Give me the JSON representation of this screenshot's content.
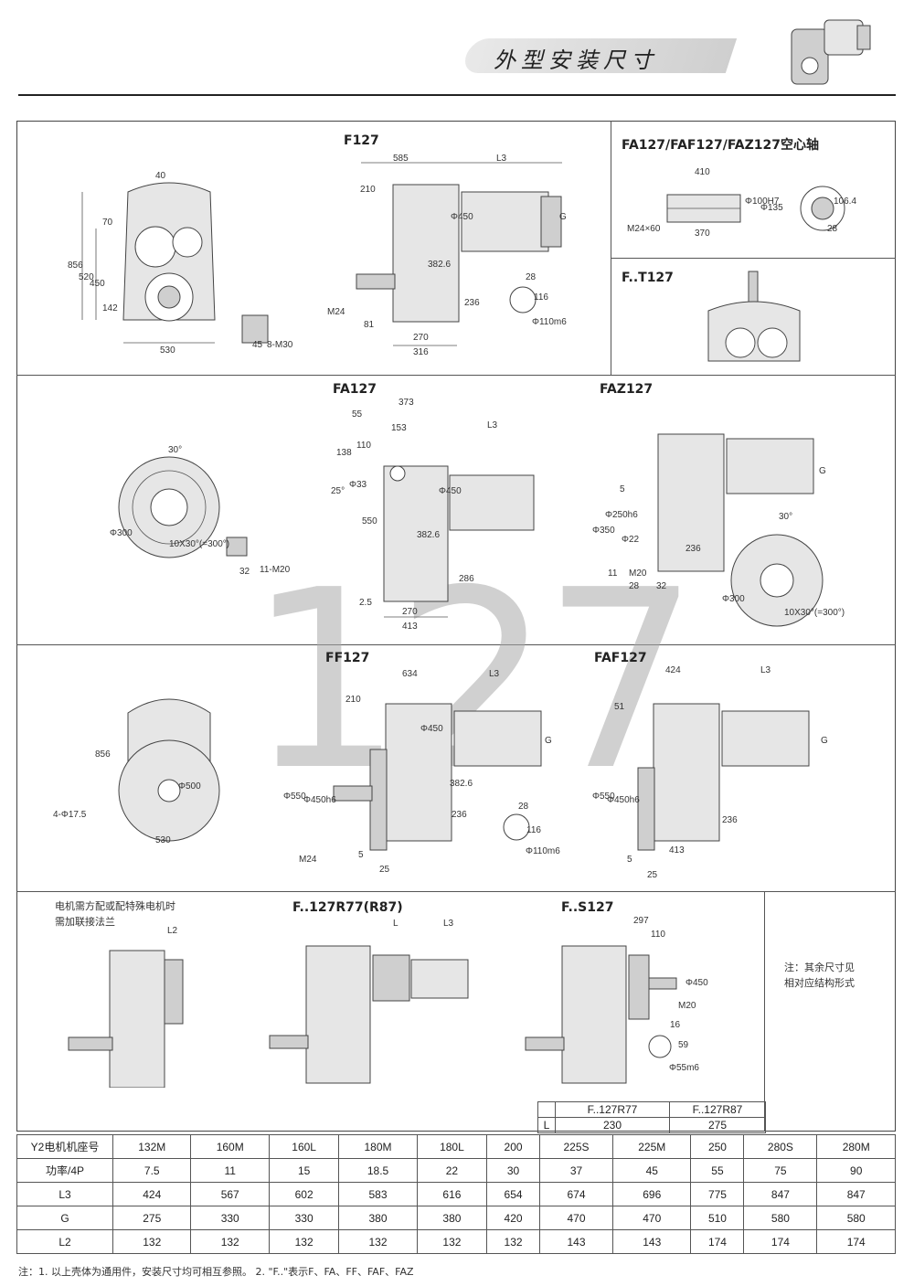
{
  "header": {
    "title": "外型安装尺寸"
  },
  "watermark": "127",
  "labels": {
    "f127": "F127",
    "fa127_hollow": "FA127/FAF127/FAZ127空心轴",
    "ft127": "F..T127",
    "fa127": "FA127",
    "faz127": "FAZ127",
    "ff127": "FF127",
    "faf127": "FAF127",
    "fr127": "F..127R77(R87)",
    "fs127": "F..S127"
  },
  "dims": {
    "f127_front": [
      "40",
      "70",
      "856",
      "520",
      "450",
      "142",
      "530"
    ],
    "f127_side": [
      "585",
      "L3",
      "210",
      "Φ450",
      "G",
      "382.6",
      "236",
      "M24",
      "81",
      "270",
      "316",
      "28",
      "116",
      "Φ110m6"
    ],
    "small_detail": [
      "45",
      "8-M30"
    ],
    "hollow": [
      "410",
      "Φ100H7",
      "Φ135",
      "M24×60",
      "370",
      "106.4",
      "28"
    ],
    "fa127": [
      "373",
      "55",
      "153",
      "L3",
      "110",
      "138",
      "25°",
      "Φ33",
      "Φ450",
      "550",
      "382.6",
      "286",
      "2.5",
      "270",
      "413"
    ],
    "fa127_flange": [
      "30°",
      "Φ300",
      "10X30°(=300°)",
      "32",
      "11-M20"
    ],
    "faz127": [
      "G",
      "5",
      "Φ350",
      "Φ250h6",
      "Φ22",
      "236",
      "11",
      "M20",
      "28",
      "32",
      "30°",
      "Φ300",
      "10X30°(=300°)"
    ],
    "ff127_front": [
      "856",
      "Φ500",
      "4-Φ17.5",
      "530"
    ],
    "ff127": [
      "634",
      "L3",
      "210",
      "Φ450",
      "G",
      "Φ550",
      "Φ450h6",
      "382.6",
      "236",
      "M24",
      "5",
      "25",
      "28",
      "116",
      "Φ110m6"
    ],
    "faf127": [
      "424",
      "L3",
      "51",
      "G",
      "Φ550",
      "Φ450h6",
      "236",
      "413",
      "5",
      "25"
    ],
    "adapter": [
      "L2"
    ],
    "fr127": [
      "L",
      "L3"
    ],
    "fs127": [
      "297",
      "110",
      "Φ450",
      "M20",
      "16",
      "59",
      "Φ55m6"
    ]
  },
  "notes": {
    "motor_left_1": "电机需方配或配特殊电机时",
    "motor_left_2": "需加联接法兰",
    "right_1": "注：其余尺寸见",
    "right_2": "相对应结构形式"
  },
  "l_table": {
    "header": [
      "",
      "F..127R77",
      "F..127R87"
    ],
    "row": [
      "L",
      "230",
      "275"
    ]
  },
  "spec_table": {
    "rows": [
      {
        "h": "Y2电机机座号",
        "v": [
          "132M",
          "160M",
          "160L",
          "180M",
          "180L",
          "200",
          "225S",
          "225M",
          "250",
          "280S",
          "280M"
        ]
      },
      {
        "h": "功率/4P",
        "v": [
          "7.5",
          "11",
          "15",
          "18.5",
          "22",
          "30",
          "37",
          "45",
          "55",
          "75",
          "90"
        ]
      },
      {
        "h": "L3",
        "v": [
          "424",
          "567",
          "602",
          "583",
          "616",
          "654",
          "674",
          "696",
          "775",
          "847",
          "847"
        ]
      },
      {
        "h": "G",
        "v": [
          "275",
          "330",
          "330",
          "380",
          "380",
          "420",
          "470",
          "470",
          "510",
          "580",
          "580"
        ]
      },
      {
        "h": "L2",
        "v": [
          "132",
          "132",
          "132",
          "132",
          "132",
          "132",
          "143",
          "143",
          "174",
          "174",
          "174"
        ]
      }
    ]
  },
  "footnote": "注：1. 以上壳体为通用件，安装尺寸均可相互参照。   2. \"F..\"表示F、FA、FF、FAF、FAZ"
}
